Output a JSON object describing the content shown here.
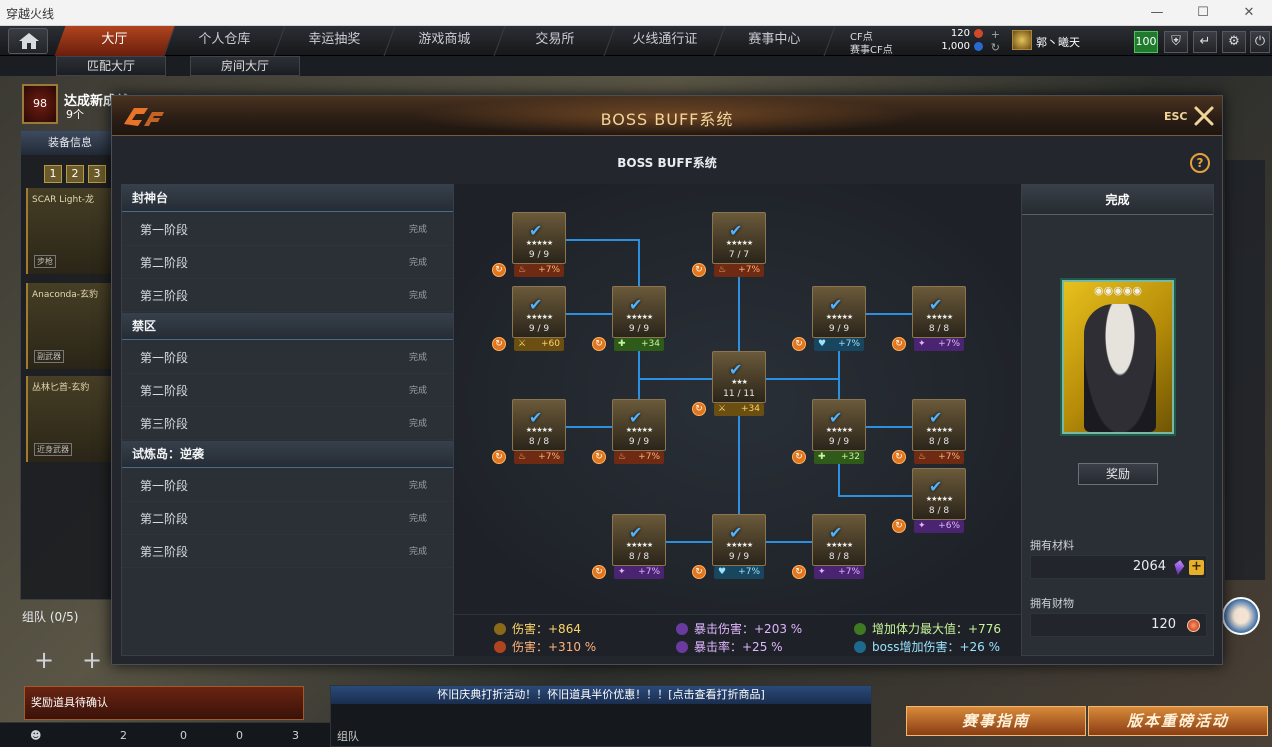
{
  "window": {
    "title": "穿越火线",
    "min": "—",
    "max": "☐",
    "close": "✕"
  },
  "nav": {
    "tabs": [
      "大厅",
      "个人仓库",
      "幸运抽奖",
      "游戏商城",
      "交易所",
      "火线通行证",
      "赛事中心"
    ],
    "subtabs": [
      "匹配大厅",
      "房间大厅"
    ],
    "cf_label": "CF点",
    "cf_value": "120",
    "match_cf_label": "赛事CF点",
    "match_cf_value": "1,000",
    "user_name": "郭丶曦天",
    "level": "100"
  },
  "lobby": {
    "badge_level": "98",
    "banner_text": "达成新成就",
    "banner_count": "9个",
    "equip_header": "装备信息",
    "slots": [
      "1",
      "2",
      "3"
    ],
    "weapons": [
      {
        "name": "SCAR Light-龙",
        "tag": "步枪"
      },
      {
        "name": "Anaconda-玄豹",
        "tag": "副武器"
      },
      {
        "name": "丛林匕首-玄豹",
        "tag": "近身武器"
      }
    ],
    "team_label": "组队 (0/5)",
    "reward_confirm": "奖励道具待确认",
    "bottom_counts": [
      "2",
      "0",
      "0",
      "3"
    ],
    "marquee": "怀旧庆典打折活动！！怀旧道具半价优惠！！！[点击查看打折商品]",
    "chat_toggle": "组队",
    "btn_season_guide": "赛事指南",
    "btn_version": "版本重磅活动"
  },
  "modal": {
    "title": "BOSS BUFF系统",
    "esc": "ESC",
    "inner_title": "BOSS BUFF系统",
    "help": "?",
    "groups": [
      {
        "name": "封神台",
        "stages": [
          {
            "label": "第一阶段",
            "status": "完成"
          },
          {
            "label": "第二阶段",
            "status": "完成"
          },
          {
            "label": "第三阶段",
            "status": "完成"
          }
        ]
      },
      {
        "name": "禁区",
        "stages": [
          {
            "label": "第一阶段",
            "status": "完成"
          },
          {
            "label": "第二阶段",
            "status": "完成"
          },
          {
            "label": "第三阶段",
            "status": "完成"
          }
        ]
      },
      {
        "name": "试炼岛：逆袭",
        "stages": [
          {
            "label": "第一阶段",
            "status": "完成"
          },
          {
            "label": "第二阶段",
            "status": "完成"
          },
          {
            "label": "第三阶段",
            "status": "完成"
          }
        ]
      }
    ],
    "nodes": [
      {
        "stars": "★★★★★",
        "count": "9 / 9",
        "bonus": "+7%",
        "kind": "fire"
      },
      {
        "stars": "★★★★★",
        "count": "7 / 7",
        "bonus": "+7%",
        "kind": "fire"
      },
      {
        "stars": "★★★★★",
        "count": "9 / 9",
        "bonus": "+60",
        "kind": "gold"
      },
      {
        "stars": "★★★★★",
        "count": "9 / 9",
        "bonus": "+34",
        "kind": "green"
      },
      {
        "stars": "★★★★★",
        "count": "9 / 9",
        "bonus": "+7%",
        "kind": "cyan"
      },
      {
        "stars": "★★★★★",
        "count": "8 / 8",
        "bonus": "+7%",
        "kind": "purple"
      },
      {
        "stars": "★★★",
        "count": "11 / 11",
        "bonus": "+34",
        "kind": "gold"
      },
      {
        "stars": "★★★★★",
        "count": "8 / 8",
        "bonus": "+7%",
        "kind": "fire"
      },
      {
        "stars": "★★★★★",
        "count": "9 / 9",
        "bonus": "+7%",
        "kind": "fire"
      },
      {
        "stars": "★★★★★",
        "count": "9 / 9",
        "bonus": "+32",
        "kind": "green"
      },
      {
        "stars": "★★★★★",
        "count": "8 / 8",
        "bonus": "+7%",
        "kind": "fire"
      },
      {
        "stars": "★★★★★",
        "count": "8 / 8",
        "bonus": "+6%",
        "kind": "purple"
      },
      {
        "stars": "★★★★★",
        "count": "8 / 8",
        "bonus": "+7%",
        "kind": "purple"
      },
      {
        "stars": "★★★★★",
        "count": "9 / 9",
        "bonus": "+7%",
        "kind": "cyan"
      },
      {
        "stars": "★★★★★",
        "count": "8 / 8",
        "bonus": "+7%",
        "kind": "purple"
      }
    ],
    "stats": [
      {
        "label": "伤害：+864",
        "kind": "gold"
      },
      {
        "label": "伤害：+310 %",
        "kind": "fire"
      },
      {
        "label": "暴击伤害：+203 %",
        "kind": "purple"
      },
      {
        "label": "暴击率：+25 %",
        "kind": "purple"
      },
      {
        "label": "增加体力最大值：+776",
        "kind": "green"
      },
      {
        "label": "boss增加伤害：+26 %",
        "kind": "cyan"
      }
    ],
    "right": {
      "header": "完成",
      "portrait_stars": "◉◉◉◉◉",
      "reward_btn": "奖励",
      "materials_label": "拥有材料",
      "materials_value": "2064",
      "wealth_label": "拥有财物",
      "wealth_value": "120",
      "add": "+"
    }
  },
  "colors": {
    "accent": "#f1d49a",
    "line": "#2c8fe0",
    "fire": "#ffb27a",
    "gold": "#ffd56a",
    "green": "#c9f59a",
    "purple": "#e0b6ff",
    "cyan": "#9ae2ff"
  },
  "icons": {
    "home": "home-icon",
    "close": "close-icon",
    "help": "help-icon",
    "check": "check-icon",
    "gem": "gem-icon",
    "coin": "coin-icon"
  }
}
